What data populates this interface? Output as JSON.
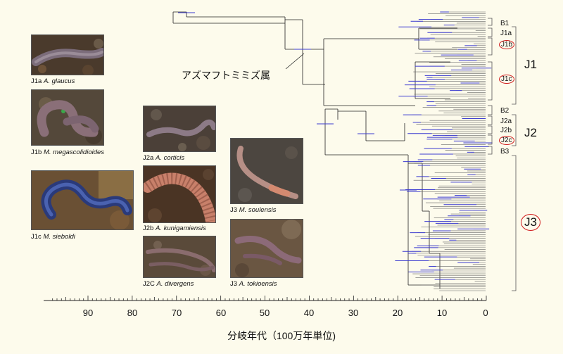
{
  "genus_label": "アズマフトミミズ属",
  "axis": {
    "title": "分岐年代（100万年単位)",
    "ticks": [
      "90",
      "80",
      "70",
      "60",
      "50",
      "40",
      "30",
      "20",
      "10",
      "0"
    ]
  },
  "clades": {
    "b1": "B1",
    "j1a": "J1a",
    "j1b": "J1b",
    "j1c": "J1c",
    "j1": "J1",
    "b2": "B2",
    "j2a": "J2a",
    "j2b": "J2b",
    "j2c": "J2c",
    "j2": "J2",
    "b3": "B3",
    "j3": "J3"
  },
  "photos": [
    {
      "clade": "J1a",
      "species": "A. glaucus"
    },
    {
      "clade": "J1b",
      "species": "M. megascolidioides"
    },
    {
      "clade": "J1c",
      "species": "M. sieboldi"
    },
    {
      "clade": "J2a",
      "species": "A. corticis"
    },
    {
      "clade": "J2b",
      "species": "A. kunigamiensis"
    },
    {
      "clade": "J2C",
      "species": "A. divergens"
    },
    {
      "clade": "J3",
      "species": "M. soulensis"
    },
    {
      "clade": "J3",
      "species": "A. tokioensis"
    }
  ],
  "colors": {
    "background": "#fdfbec",
    "tree_lines": "#222222",
    "confidence_bars": "#3b3bd0",
    "highlight_circle": "#d01a1a"
  }
}
